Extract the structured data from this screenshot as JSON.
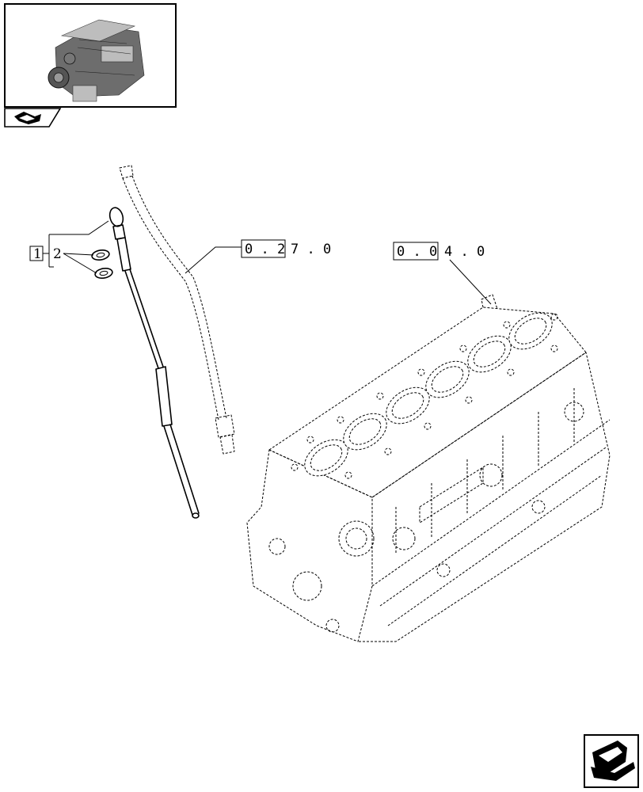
{
  "callouts": {
    "item_1": "1",
    "item_2": "2"
  },
  "references": {
    "dipstick_tube_ref_boxed": "0 . 2",
    "dipstick_tube_ref_rest": "7 . 0",
    "engine_block_ref_boxed": "0 . 0",
    "engine_block_ref_rest": "4 . 0"
  },
  "icons": {
    "thumbnail": "engine-thumbnail-icon",
    "section": "section-arrow-icon",
    "navigation": "next-page-arrow-icon"
  }
}
